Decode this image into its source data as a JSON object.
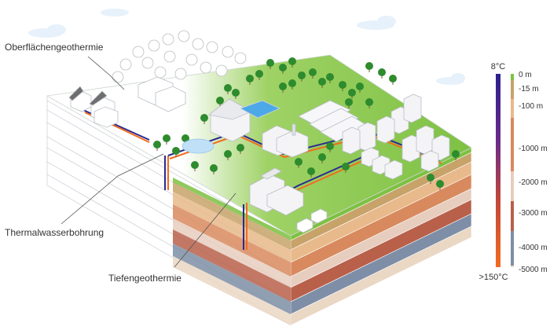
{
  "labels": {
    "surface": "Oberflächengeothermie",
    "thermal": "Thermalwasserbohrung",
    "deep": "Tiefengeothermie"
  },
  "temperature": {
    "top": "8°C",
    "bottom": ">150°C"
  },
  "depths": [
    "0 m",
    "-15 m",
    "-100 m",
    "-1000 m",
    "-2000 m",
    "-3000 m",
    "-4000 m",
    "-5000 m"
  ],
  "colors": {
    "grass": "#7dc142",
    "pipe_cold": "#2b2a8f",
    "pipe_hot": "#f26b1f",
    "layers": [
      "#7dc142",
      "#c7a36a",
      "#e8b98a",
      "#d88a5e",
      "#e7cdbe",
      "#b8604a",
      "#7e8ea6",
      "#ead7c4"
    ]
  }
}
